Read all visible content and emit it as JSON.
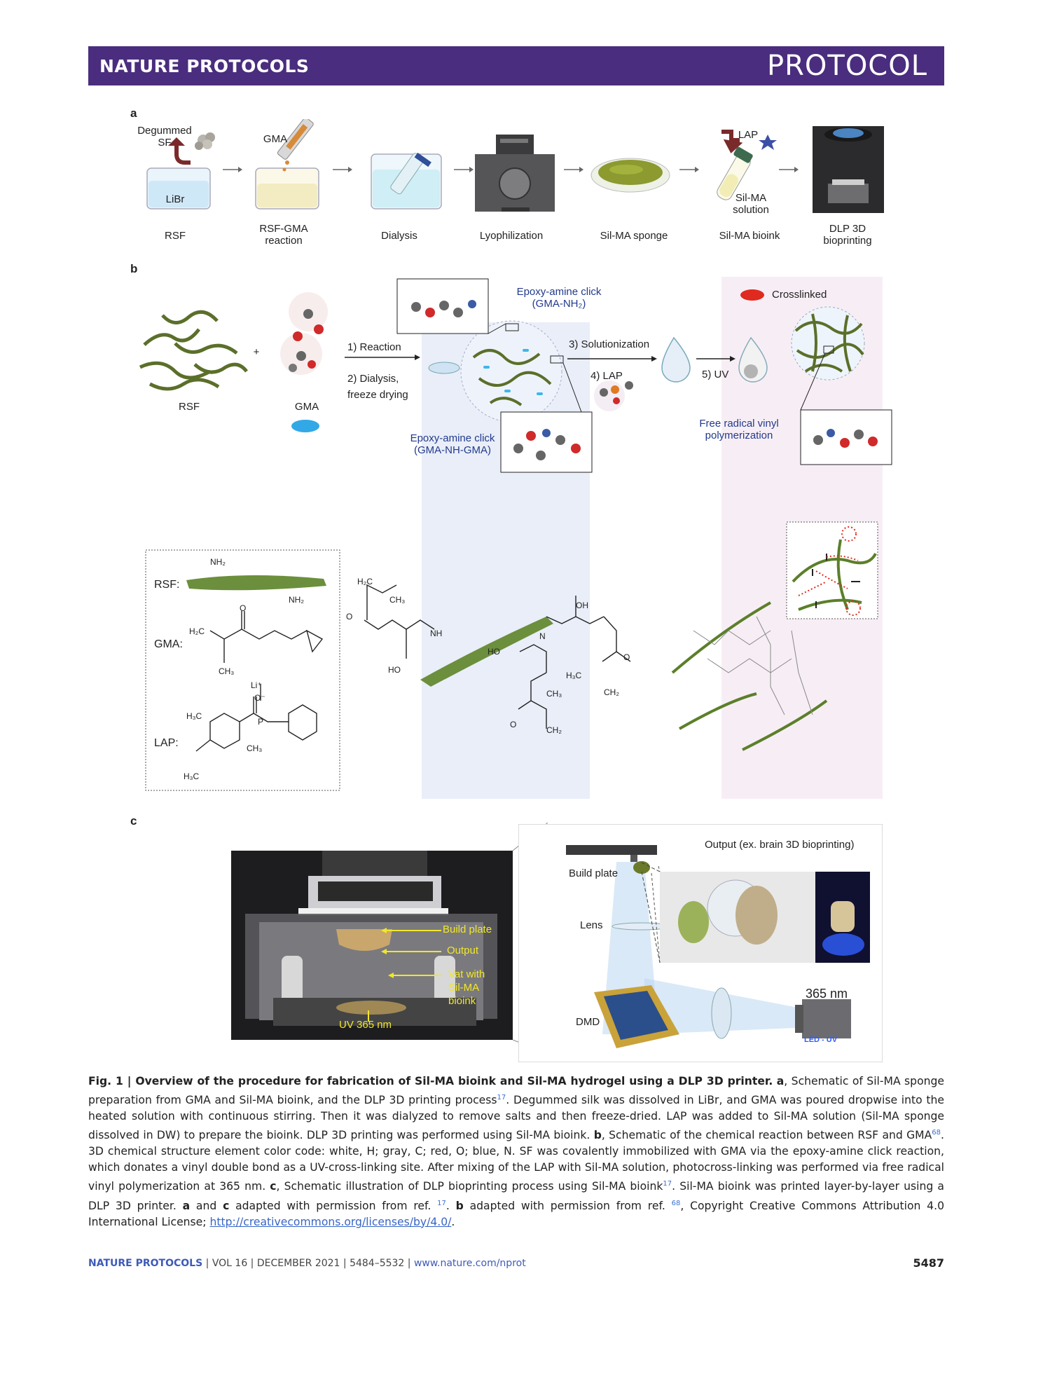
{
  "header": {
    "journal": "NATURE PROTOCOLS",
    "type": "PROTOCOL"
  },
  "panel_a": {
    "label": "a",
    "steps": [
      "RSF",
      "RSF-GMA\nreaction",
      "Dialysis",
      "Lyophilization",
      "Sil-MA sponge",
      "Sil-MA bioink",
      "DLP 3D\nbioprinting"
    ],
    "degummed": "Degummed\nSF",
    "libr": "LiBr",
    "gma": "GMA",
    "lap": "LAP",
    "silma_solution": "Sil-MA\nsolution"
  },
  "panel_b": {
    "label": "b",
    "rsf": "RSF",
    "gma": "GMA",
    "plus": "+",
    "reaction": "1) Reaction",
    "dialysis": "2) Dialysis,\nfreeze drying",
    "click1": "Epoxy-amine click\n(GMA-NH₂)",
    "click2": "Epoxy-amine click\n(GMA-NH-GMA)",
    "solution": "3) Solutionization",
    "lap": "4) LAP",
    "uv": "5) UV",
    "crosslinked": "Crosslinked",
    "free_radical": "Free radical vinyl\npolymerization",
    "nh2": "NH₂",
    "rsf_row": "RSF:",
    "gma_row": "GMA:",
    "lap_row": "LAP:",
    "h2c": "H₂C",
    "ch3": "CH₃",
    "h3c": "H₃C",
    "ch2": "CH₂",
    "o": "O",
    "oh": "OH",
    "ho": "HO",
    "nh": "NH",
    "n": "N",
    "p": "P",
    "li": "Li⁺",
    "ominus": "O⁻"
  },
  "panel_c": {
    "label": "c",
    "build_plate": "Build plate",
    "output": "Output",
    "vat": "Vat with\nSil-MA\nbioink",
    "uv365": "UV 365 nm",
    "output_ex": "Output (ex. brain 3D bioprinting)",
    "build_plate2": "Build plate",
    "lens": "Lens",
    "nm365": "365 nm",
    "dmd": "DMD",
    "led": "LED - UV"
  },
  "caption": {
    "title": "Fig. 1 | Overview of the procedure for fabrication of Sil-MA bioink and Sil-MA hydrogel using a DLP 3D printer.",
    "a_lbl": "a",
    "p1": ", Schematic of Sil-MA sponge preparation from GMA and Sil-MA bioink, and the DLP 3D printing process",
    "ref17a": "17",
    "p2": ". Degummed silk was dissolved in LiBr, and GMA was poured dropwise into the heated solution with continuous stirring. Then it was dialyzed to remove salts and then freeze-dried. LAP was added to Sil-MA solution (Sil-MA sponge dissolved in DW) to prepare the bioink. DLP 3D printing was performed using Sil-MA bioink.",
    "b_lbl": "b",
    "p3": ", Schematic of the chemical reaction between RSF and GMA",
    "ref68a": "68",
    "p4": ". 3D chemical structure element color code: white, H; gray, C; red, O; blue, N. SF was covalently immobilized with GMA via the epoxy-amine click reaction, which donates a vinyl double bond as a UV-cross-linking site. After mixing of the LAP with Sil-MA solution, photocross-linking was performed via free radical vinyl polymerization at 365 nm.",
    "c_lbl": "c",
    "p5": ", Schematic illustration of DLP bioprinting process using Sil-MA bioink",
    "ref17b": "17",
    "p6": ". Sil-MA bioink was printed layer-by-layer using a DLP 3D printer.",
    "a2": "a",
    "p7": " and ",
    "c2": "c",
    "p8": " adapted with permission from ref. ",
    "ref17c": "17",
    "p9": ".",
    "b2": "b",
    "p10": " adapted with permission from ref. ",
    "ref68b": "68",
    "p11": ", Copyright Creative Commons Attribution 4.0 International License;",
    "link": "http://creativecommons.org/licenses/by/4.0/",
    "p12": "."
  },
  "footer": {
    "journal": "NATURE PROTOCOLS",
    "sep1": " | ",
    "vol": "VOL 16",
    "sep2": " | ",
    "date": "DECEMBER 2021",
    "sep3": " | ",
    "pages": "5484–5532",
    "sep4": " | ",
    "url": "www.nature.com/nprot",
    "page": "5487"
  }
}
